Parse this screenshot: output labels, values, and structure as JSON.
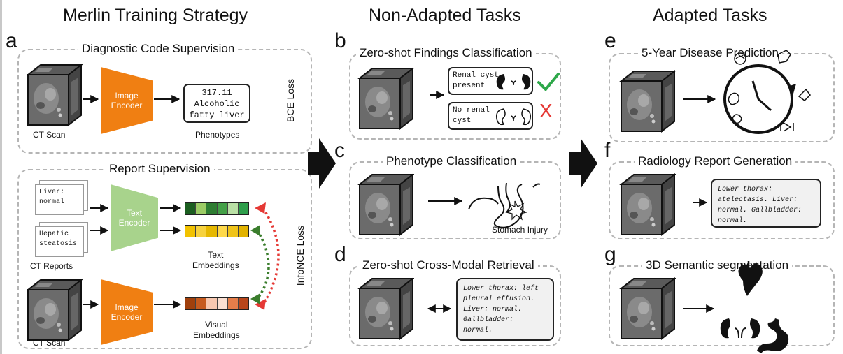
{
  "headings": {
    "left": "Merlin Training Strategy",
    "middle": "Non-Adapted Tasks",
    "right": "Adapted Tasks"
  },
  "letters": [
    "a",
    "b",
    "c",
    "d",
    "e",
    "f",
    "g"
  ],
  "panel_a1": {
    "title": "Diagnostic Code Supervision",
    "ct_label": "CT Scan",
    "encoder": "Image\nEncoder",
    "code_text": "317.11\nAlcoholic\nfatty liver",
    "phenotypes_label": "Phenotypes",
    "loss_label": "BCE Loss"
  },
  "panel_a2": {
    "title": "Report Supervision",
    "doc1": "Liver:\nnormal",
    "doc2": "Hepatic\nsteatosis",
    "reports_label": "CT Reports",
    "text_encoder": "Text\nEncoder",
    "text_emb_label": "Text\nEmbeddings",
    "image_encoder": "Image\nEncoder",
    "ct_label": "CT Scan",
    "visual_emb_label": "Visual\nEmbeddings",
    "loss_label": "InfoNCE Loss",
    "colors": {
      "emb1": [
        "#1b5e20",
        "#9ccc65",
        "#2e7d32",
        "#43a047",
        "#b9e0a5",
        "#2e9e4b"
      ],
      "emb2": [
        "#f2c200",
        "#f7d23e",
        "#e6b800",
        "#ffd94a",
        "#f0c419",
        "#e2b300"
      ],
      "emb3": [
        "#a0400c",
        "#c65b1f",
        "#f8c8b0",
        "#fbe0d2",
        "#e67e4a",
        "#b8461b"
      ],
      "green": "#3a7d2c",
      "red": "#e53935"
    }
  },
  "panel_b": {
    "title": "Zero-shot Findings Classification",
    "option1": "Renal cyst\npresent",
    "option2": "No renal\ncyst",
    "check_color": "#2ea84a",
    "x_symbol": "X",
    "x_color": "#e53935"
  },
  "panel_c": {
    "title": "Phenotype Classification",
    "caption": "Stomach Injury"
  },
  "panel_d": {
    "title": "Zero-shot Cross-Modal Retrieval",
    "report": "Lower thorax: left\npleural effusion.\nLiver: normal.\nGallbladder:\nnormal."
  },
  "panel_e": {
    "title": "5-Year Disease Prediction"
  },
  "panel_f": {
    "title": "Radiology Report Generation",
    "report": "Lower thorax:\natelectasis. Liver:\nnormal. Gallbladder:\nnormal."
  },
  "panel_g": {
    "title": "3D Semantic segmentation"
  },
  "colors": {
    "encoder_orange": "#f07f12",
    "encoder_green": "#a8d38c",
    "dash": "#b5b5b5"
  }
}
